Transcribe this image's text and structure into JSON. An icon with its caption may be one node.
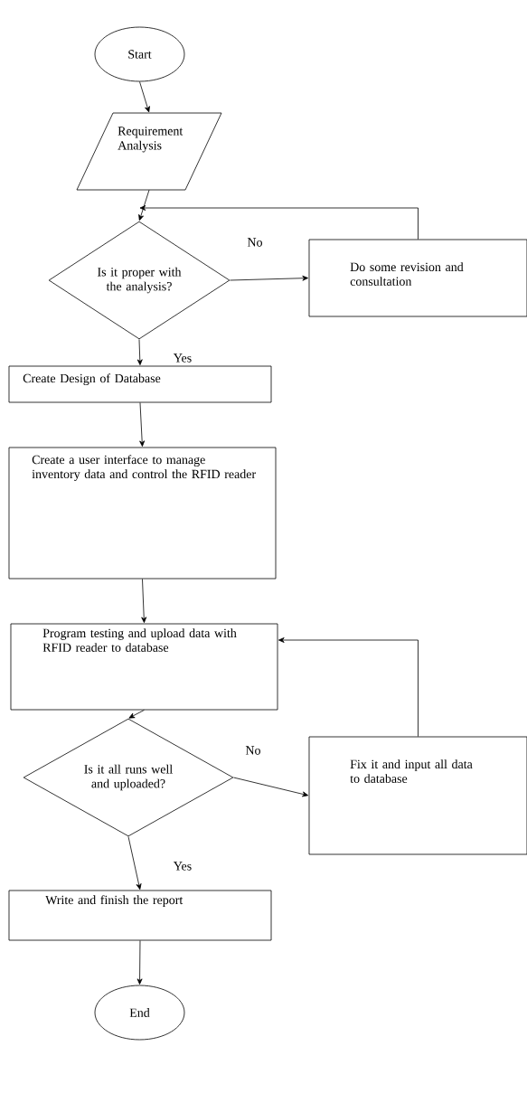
{
  "diagram": {
    "nodes": [
      {
        "text": [
          "Start"
        ]
      },
      {
        "text": [
          "Requirement Analysis"
        ]
      },
      {
        "text": [
          "Is it proper with the analysis?"
        ]
      },
      {
        "text": [
          "Do some revision and consultation"
        ]
      },
      {
        "text": [
          "Create Design of Database"
        ]
      },
      {
        "text": [
          "Create a user interface to manage inventory data and control the RFID reader"
        ]
      },
      {
        "text": [
          "Program testing and upload data with RFID reader to database"
        ]
      },
      {
        "text": [
          "Is it all runs well and uploaded?"
        ]
      },
      {
        "text": [
          "Fix it and input all data to database"
        ]
      },
      {
        "text": [
          "Write and finish the report"
        ]
      },
      {
        "text": [
          "End"
        ]
      }
    ],
    "edges": [
      {
        "from": 0,
        "to": 1,
        "arrow": "to"
      },
      {
        "from": 1,
        "to": 2,
        "arrow": "to"
      },
      {
        "from": 2,
        "to": 3,
        "arrow": "to",
        "label": "No"
      },
      {
        "from": 3,
        "to": 2,
        "arrow": "to"
      },
      {
        "from": 2,
        "to": 4,
        "arrow": "to",
        "label": "Yes"
      },
      {
        "from": 4,
        "to": 5,
        "arrow": "to"
      },
      {
        "from": 5,
        "to": 6,
        "arrow": "to"
      },
      {
        "from": 6,
        "to": 7,
        "arrow": "to"
      },
      {
        "from": 7,
        "to": 8,
        "arrow": "to",
        "label": "No"
      },
      {
        "from": 8,
        "to": 6,
        "arrow": "to"
      },
      {
        "from": 7,
        "to": 9,
        "arrow": "to",
        "label": "Yes"
      },
      {
        "from": 9,
        "to": 10,
        "arrow": "to"
      }
    ]
  }
}
